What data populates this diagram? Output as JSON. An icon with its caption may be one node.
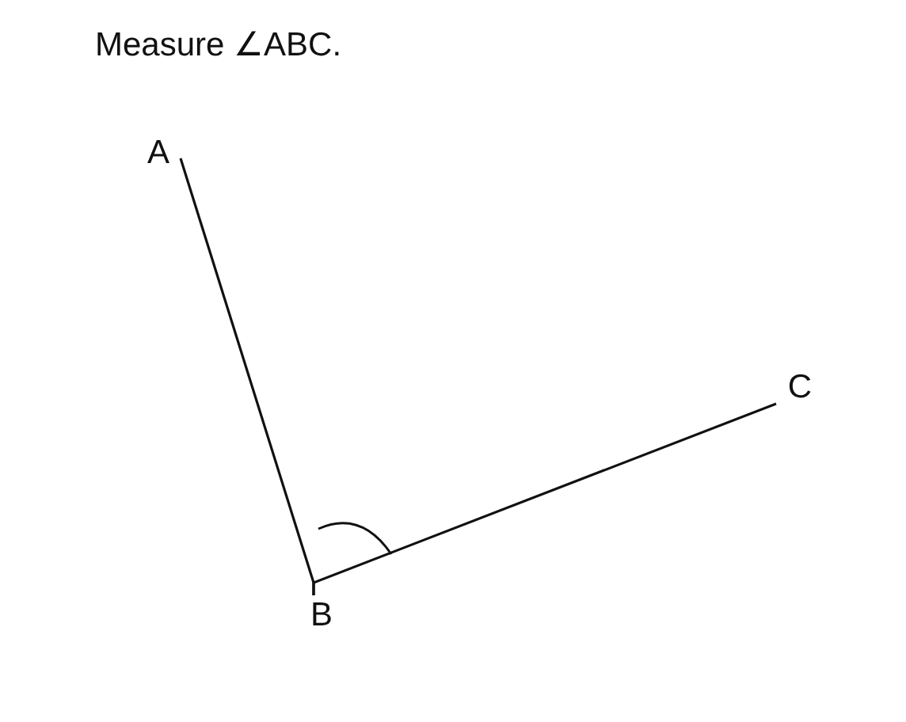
{
  "diagram": {
    "title": "Measure ∠ABC.",
    "nodes": [
      {
        "text": [
          "A"
        ]
      },
      {
        "text": [
          "B"
        ]
      },
      {
        "text": [
          "C"
        ]
      }
    ],
    "edges": [
      {
        "from": 1,
        "to": 0,
        "arrow": "none"
      },
      {
        "from": 1,
        "to": 2,
        "arrow": "none"
      }
    ]
  }
}
